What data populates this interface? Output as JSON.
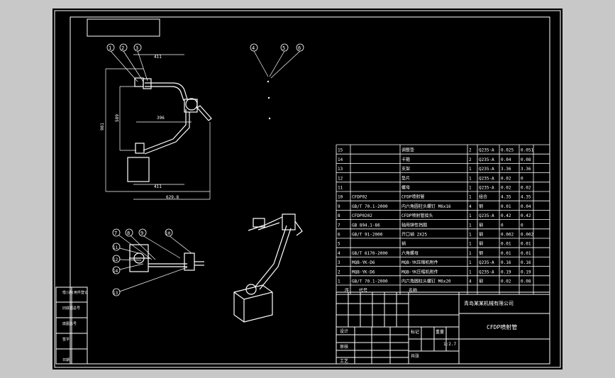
{
  "balloons": [
    "1",
    "2",
    "3",
    "4",
    "5",
    "6",
    "7",
    "8",
    "9",
    "10",
    "11",
    "12",
    "13",
    "14"
  ],
  "dimensions": {
    "d411_top": "411",
    "d589": "589",
    "d981": "981",
    "d396": "396",
    "d411_bot": "411",
    "d629": "629.8"
  },
  "bom": {
    "rows": [
      {
        "no": "15",
        "code": "",
        "name": "调整垫",
        "qty": "2",
        "material": "Q235-A",
        "unit": "0.025",
        "total": "0.051"
      },
      {
        "no": "14",
        "code": "",
        "name": "卡箍",
        "qty": "2",
        "material": "Q235-A",
        "unit": "0.04",
        "total": "0.08"
      },
      {
        "no": "13",
        "code": "",
        "name": "支架",
        "qty": "1",
        "material": "Q235-A",
        "unit": "3.36",
        "total": "3.36"
      },
      {
        "no": "12",
        "code": "",
        "name": "垫片",
        "qty": "1",
        "material": "Q235-A",
        "unit": "0.02",
        "total": "0"
      },
      {
        "no": "11",
        "code": "",
        "name": "螺母",
        "qty": "1",
        "material": "Q235-A",
        "unit": "0.02",
        "total": "0.02"
      },
      {
        "no": "10",
        "code": "CFDP02",
        "name": "CFDP喷射管",
        "qty": "1",
        "material": "组合",
        "unit": "4.35",
        "total": "4.35"
      },
      {
        "no": "9",
        "code": "GB/T 70.1-2000",
        "name": "内六角圆柱头螺钉 M6x16",
        "qty": "4",
        "material": "钢",
        "unit": "0.01",
        "total": "0.04"
      },
      {
        "no": "8",
        "code": "CFDP0202",
        "name": "CFDP喷射管接头",
        "qty": "1",
        "material": "Q235-A",
        "unit": "0.42",
        "total": "0.42"
      },
      {
        "no": "7",
        "code": "GB 894.1-86",
        "name": "轴用弹性挡圈",
        "qty": "1",
        "material": "钢",
        "unit": "0",
        "total": "0"
      },
      {
        "no": "6",
        "code": "GB/T 91-2000",
        "name": "开口销 2X25",
        "qty": "1",
        "material": "钢",
        "unit": "0.002",
        "total": "0.002"
      },
      {
        "no": "5",
        "code": "",
        "name": "销",
        "qty": "1",
        "material": "钢",
        "unit": "0.01",
        "total": "0.01"
      },
      {
        "no": "4",
        "code": "GB/T 6170-2000",
        "name": "六角螺母",
        "qty": "1",
        "material": "钢",
        "unit": "0.01",
        "total": "0.01"
      },
      {
        "no": "3",
        "code": "MQB-YK-D6",
        "name": "MQB-YK压缩机附件",
        "qty": "1",
        "material": "Q235-A",
        "unit": "0.16",
        "total": "0.16"
      },
      {
        "no": "2",
        "code": "MQB-YK-D6",
        "name": "MQB-YK压缩机附件",
        "qty": "1",
        "material": "Q235-A",
        "unit": "0.19",
        "total": "0.19"
      },
      {
        "no": "1",
        "code": "GB/T 70.1-2000",
        "name": "内六角圆柱头螺钉 M6x20",
        "qty": "4",
        "material": "钢",
        "unit": "0.02",
        "total": "0.08"
      }
    ],
    "header": {
      "no": "序",
      "code": "代号",
      "name": "名称"
    }
  },
  "titleblock": {
    "company": "青岛某某机械有限公司",
    "drawing_title": "CFDP喷射管",
    "scale": "1:2.7",
    "labels": {
      "design": "设计",
      "check": "审核",
      "process": "工艺",
      "mark": "标记",
      "weight": "重量",
      "sheet": "共张"
    }
  },
  "left_strip": [
    "借(通)用件登记",
    "旧底图总号",
    "底图总号",
    "签字",
    "日期"
  ],
  "colors": {
    "paper": "#000000",
    "line": "#ffffff",
    "frame": "#c8c8c8"
  }
}
